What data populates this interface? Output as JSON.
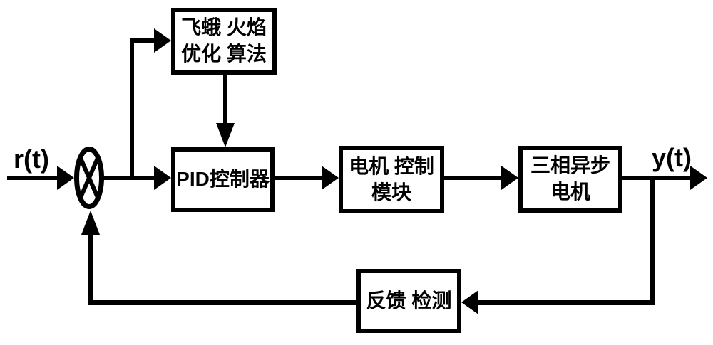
{
  "figure": {
    "background": "#ffffff",
    "line_color": "#000000",
    "box_fill": "#ffffff",
    "input_label": "r(t)",
    "output_label": "y(t)",
    "blocks": {
      "optimizer": {
        "line1": "飞蛾 火焰",
        "line2": "优化 算法"
      },
      "pid": {
        "label": "PID控制器"
      },
      "motor_control": {
        "line1": "电机 控制",
        "line2": "模块"
      },
      "motor": {
        "line1": "三相异步",
        "line2": "电机"
      },
      "feedback": {
        "label": "反馈 检测"
      }
    },
    "junction": {
      "type": "multiply-summing-junction",
      "symbol": "⊗"
    }
  }
}
